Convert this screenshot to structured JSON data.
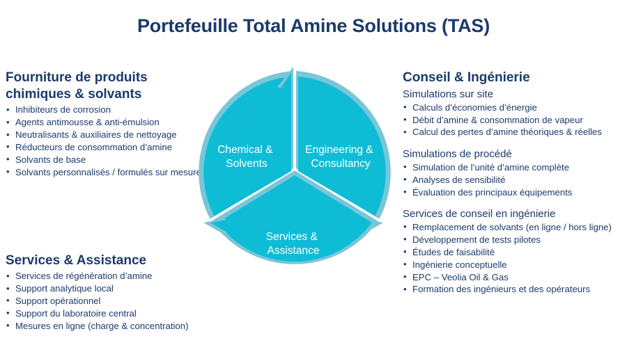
{
  "title": "Portefeuille Total Amine Solutions (TAS)",
  "colors": {
    "title_navy": "#1b3a6b",
    "body_navy": "#1b3a6b",
    "wheel_fill": "#0fbcd6",
    "wheel_rim": "#79c6d8",
    "wheel_label": "#ffffff"
  },
  "left_column": {
    "section1": {
      "heading": "Fourniture de produits chimiques & solvants",
      "bullets": [
        "Inhibiteurs de corrosion",
        "Agents antimousse & anti-émulsion",
        "Neutralisants & auxiliaires de nettoyage",
        "Réducteurs de consommation d’amine",
        "Solvants de base",
        "Solvants personnalisés / formulés sur mesure"
      ]
    },
    "section2": {
      "heading": "Services & Assistance",
      "bullets": [
        "Services de régénération d’amine",
        "Support analytique local",
        "Support opérationnel",
        "Support du laboratoire central",
        "Mesures en ligne (charge & concentration)"
      ]
    }
  },
  "right_column": {
    "heading": "Conseil & Ingénierie",
    "groups": [
      {
        "subheading": "Simulations sur site",
        "bullets": [
          "Calculs d’économies d’énergie",
          "Débit d’amine & consommation de vapeur",
          "Calcul des pertes d’amine théoriques & réelles"
        ]
      },
      {
        "subheading": "Simulations de procédé",
        "bullets": [
          "Simulation de l’unité d’amine complète",
          "Analyses de sensibilité",
          "Évaluation des principaux équipements"
        ]
      },
      {
        "subheading": "Services de conseil en ingénierie",
        "bullets": [
          "Remplacement de solvants (en ligne / hors ligne)",
          "Développement de tests pilotes",
          "Études de faisabilité",
          "Ingénierie conceptuelle",
          "EPC – Veolia Oil & Gas",
          "Formation des ingénieurs et des opérateurs"
        ]
      }
    ]
  },
  "wheel": {
    "segments": [
      {
        "id": "chemical-solvents",
        "line1": "Chemical &",
        "line2": "Solvents"
      },
      {
        "id": "engineering-consultancy",
        "line1": "Engineering &",
        "line2": "Consultancy"
      },
      {
        "id": "services-assistance",
        "line1": "Services &",
        "line2": "Assistance"
      }
    ]
  }
}
